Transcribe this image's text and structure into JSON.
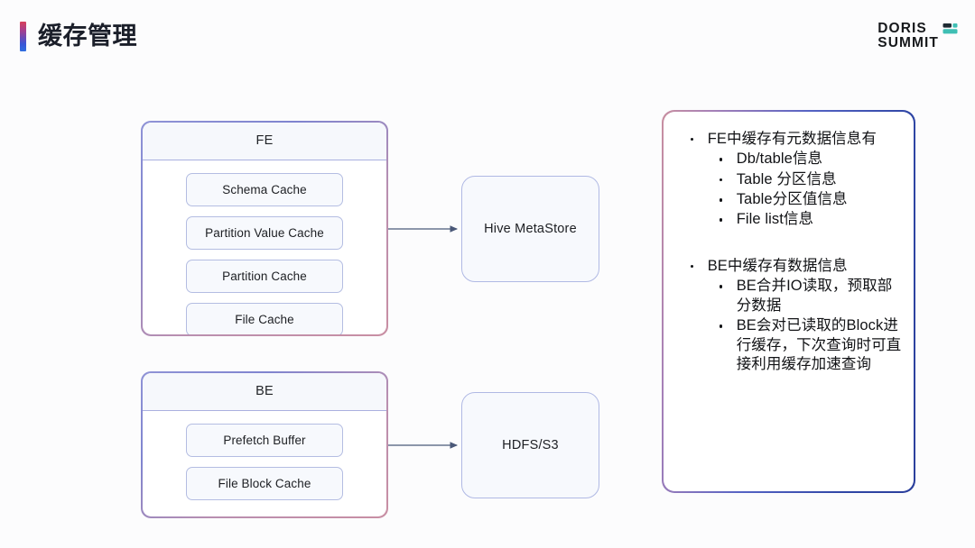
{
  "header": {
    "title": "缓存管理",
    "accent_top_color": "#d8405a",
    "accent_bottom_color": "#2f6fe0",
    "brand": {
      "line1": "DORIS",
      "line2": "SUMMIT",
      "mark_icon": "doris-summit-mark-icon",
      "mark_color": "#35b6b0"
    }
  },
  "diagram": {
    "groups": [
      {
        "id": "fe",
        "title": "FE",
        "chips": [
          {
            "label": "Schema Cache"
          },
          {
            "label": "Partition Value Cache"
          },
          {
            "label": "Partition Cache"
          },
          {
            "label": "File Cache"
          }
        ]
      },
      {
        "id": "be",
        "title": "BE",
        "chips": [
          {
            "label": "Prefetch Buffer"
          },
          {
            "label": "File Block Cache"
          }
        ]
      }
    ],
    "stores": [
      {
        "id": "hive-metastore",
        "label": "Hive MetaStore"
      },
      {
        "id": "hdfs-s3",
        "label": "HDFS/S3"
      }
    ],
    "arrows": [
      {
        "id": "fe-to-hive",
        "from": "fe",
        "to": "hive-metastore"
      },
      {
        "id": "be-to-hdfs",
        "from": "be",
        "to": "hdfs-s3"
      }
    ],
    "edge_color": "#4a5878",
    "box_border_color": "#b0b9e4",
    "chip_fill_color": "#f7f9fd"
  },
  "notes": {
    "border_gradient_from": "#c98fa0",
    "border_gradient_to": "#2b3f9c",
    "blocks": [
      {
        "id": "fe-notes",
        "heading": "FE中缓存有元数据信息有",
        "items": [
          "Db/table信息",
          "Table 分区信息",
          "Table分区值信息",
          "File list信息"
        ]
      },
      {
        "id": "be-notes",
        "heading": "BE中缓存有数据信息",
        "items": [
          "BE合并IO读取，预取部分数据",
          "BE会对已读取的Block进行缓存，下次查询时可直接利用缓存加速查询"
        ]
      }
    ]
  }
}
